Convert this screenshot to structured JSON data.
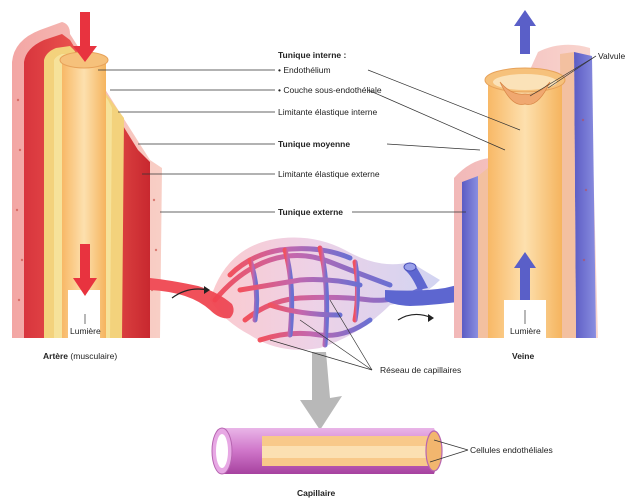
{
  "labels": {
    "tunica_interna": "Tunique interne :",
    "endothelium": "• Endothélium",
    "subendothelial": "• Couche sous-endothéliale",
    "internal_elastic": "Limitante élastique interne",
    "tunica_media": "Tunique moyenne",
    "external_elastic": "Limitante élastique externe",
    "tunica_externa": "Tunique externe",
    "valve": "Valvule",
    "lumen_artery": "Lumière",
    "lumen_vein": "Lumière",
    "artery_title": "Artère",
    "artery_subtitle": "(musculaire)",
    "vein_title": "Veine",
    "capillary_network": "Réseau de capillaires",
    "endothelial_cells": "Cellules endothéliales",
    "capillary_title": "Capillaire"
  },
  "colors": {
    "artery_red": "#e8333f",
    "vein_blue": "#5a5fc8",
    "capillary_purple": "#b05ab4",
    "tissue_orange": "#f6c27a",
    "arrow_gray": "#b8b8b8"
  }
}
